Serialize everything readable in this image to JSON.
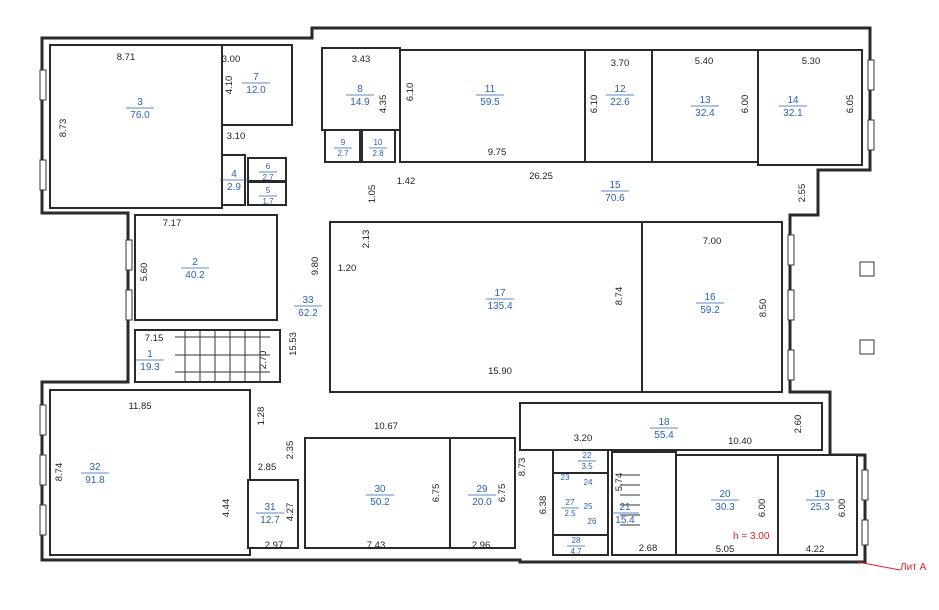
{
  "rooms": {
    "r1": {
      "num": "1",
      "area": "19.3"
    },
    "r2": {
      "num": "2",
      "area": "40.2"
    },
    "r3": {
      "num": "3",
      "area": "76.0"
    },
    "r4": {
      "num": "4",
      "area": "2.9"
    },
    "r5": {
      "num": "5",
      "area": "1.7"
    },
    "r6": {
      "num": "6",
      "area": "2.7"
    },
    "r7": {
      "num": "7",
      "area": "12.0"
    },
    "r8": {
      "num": "8",
      "area": "14.9"
    },
    "r9": {
      "num": "9",
      "area": "2.7"
    },
    "r10": {
      "num": "10",
      "area": "2.8"
    },
    "r11": {
      "num": "11",
      "area": "59.5"
    },
    "r12": {
      "num": "12",
      "area": "22.6"
    },
    "r13": {
      "num": "13",
      "area": "32.4"
    },
    "r14": {
      "num": "14",
      "area": "32.1"
    },
    "r15": {
      "num": "15",
      "area": "70.6"
    },
    "r16": {
      "num": "16",
      "area": "59.2"
    },
    "r17": {
      "num": "17",
      "area": "135.4"
    },
    "r18": {
      "num": "18",
      "area": "55.4"
    },
    "r19": {
      "num": "19",
      "area": "25.3"
    },
    "r20": {
      "num": "20",
      "area": "30.3"
    },
    "r21": {
      "num": "21",
      "area": "15.4"
    },
    "r22": {
      "num": "22",
      "area": "3.5"
    },
    "r23": {
      "num": "23",
      "area": ""
    },
    "r24": {
      "num": "24",
      "area": ""
    },
    "r25": {
      "num": "25",
      "area": ""
    },
    "r26": {
      "num": "26",
      "area": ""
    },
    "r27": {
      "num": "27",
      "area": "2.5"
    },
    "r28": {
      "num": "28",
      "area": "4.7"
    },
    "r29": {
      "num": "29",
      "area": "20.0"
    },
    "r30": {
      "num": "30",
      "area": "50.2"
    },
    "r31": {
      "num": "31",
      "area": "12.7"
    },
    "r32": {
      "num": "32",
      "area": "91.8"
    },
    "r33": {
      "num": "33",
      "area": "62.2"
    }
  },
  "dims": [
    "8.71",
    "8.73",
    "3.00",
    "4.10",
    "3.10",
    "3.43",
    "4.35",
    "6.10",
    "9.75",
    "3.70",
    "6.10",
    "5.40",
    "6.00",
    "5.30",
    "6.05",
    "26.25",
    "2.55",
    "1.05",
    "1.42",
    "7.17",
    "5.60",
    "2.13",
    "1.20",
    "9.80",
    "15.53",
    "7.15",
    "2.70",
    "7.00",
    "8.74",
    "8.50",
    "15.90",
    "11.85",
    "1.28",
    "8.74",
    "2.35",
    "2.85",
    "4.44",
    "4.27",
    "2.97",
    "10.67",
    "6.75",
    "7.43",
    "6.75",
    "2.96",
    "8.73",
    "3.20",
    "10.40",
    "2.60",
    "6.38",
    "5.74",
    "2.68",
    "6.00",
    "6.00",
    "5.05",
    "4.22"
  ],
  "annotations": {
    "height": "h = 3.00",
    "letter": "Лит А"
  },
  "colors": {
    "room_label": "#2a62b8",
    "annotation": "#dd2222"
  }
}
